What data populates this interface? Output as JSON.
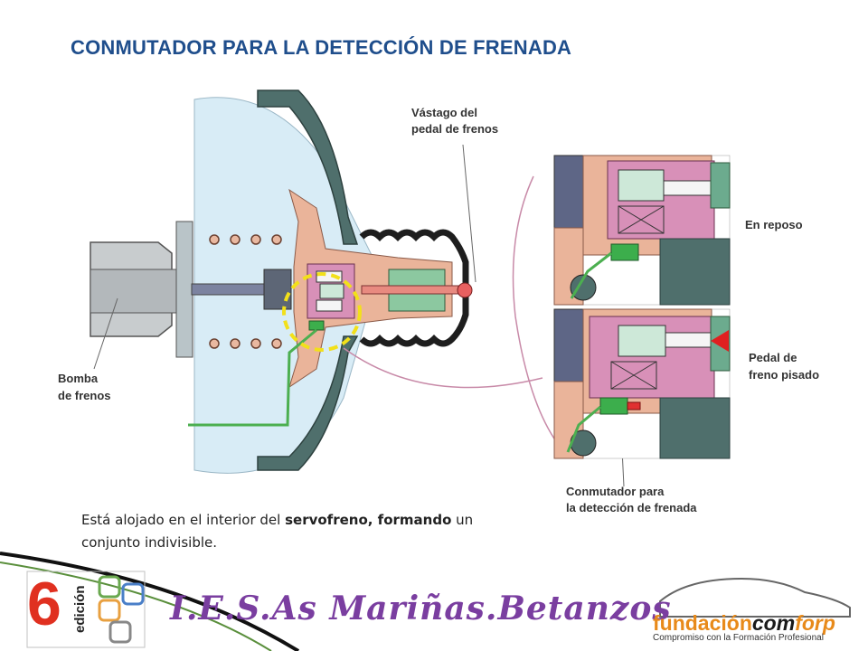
{
  "title": "CONMUTADOR PARA LA DETECCIÓN DE FRENADA",
  "labels": {
    "vastago_line1": "Vástago del",
    "vastago_line2": "pedal de frenos",
    "en_reposo": "En reposo",
    "pedal_line1": "Pedal de",
    "pedal_line2": "freno pisado",
    "bomba_line1": "Bomba",
    "bomba_line2": "de frenos",
    "conmutador_line1": "Conmutador para",
    "conmutador_line2": "la detección de frenada"
  },
  "body_text": {
    "part1": "Está alojado en el interior del ",
    "bold": "servofreno, formando",
    "part2": " un conjunto indivisible."
  },
  "footer": {
    "edition_number": "6",
    "edition_word": "edición",
    "school": "I.E.S.As Mariñas.Betanzos",
    "logo_part1": "fundación",
    "logo_part2": "com",
    "logo_part3": "forp",
    "logo_tagline": "Compromiso con la Formación Profesional"
  },
  "colors": {
    "title": "#1f4e8c",
    "housing": "#4f6f6c",
    "chamber": "#d8ecf6",
    "salmon": "#eab49a",
    "pink": "#d890b8",
    "green_part": "#8cc8a0",
    "wire": "#4caf50",
    "highlight": "#f2e01a"
  },
  "icons": [
    "red-arrow-icon",
    "magnifier-circle-icon"
  ]
}
